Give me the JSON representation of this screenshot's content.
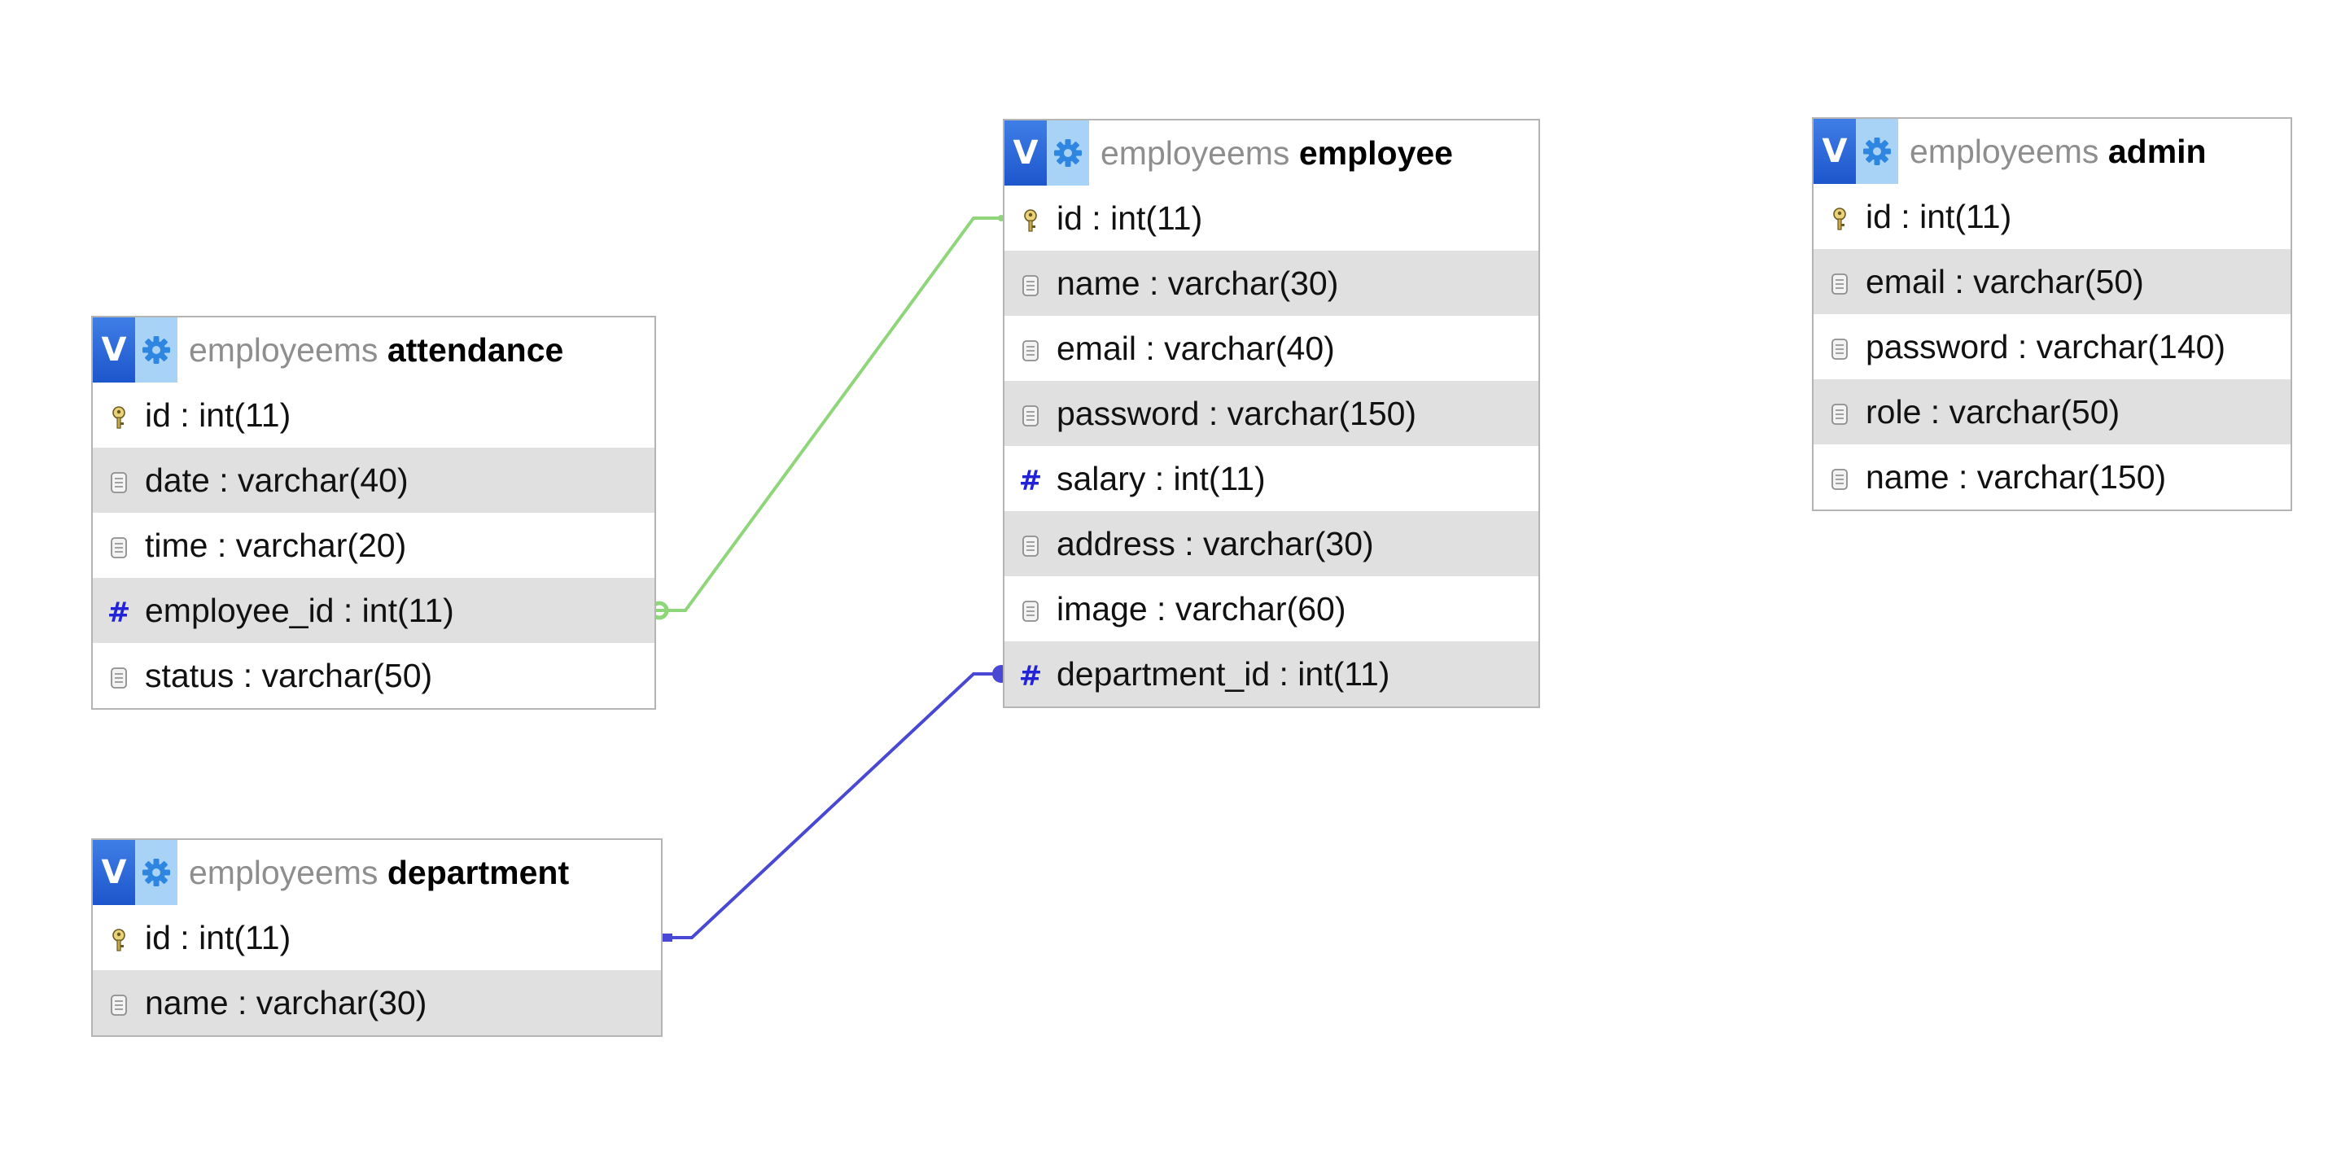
{
  "diagram": {
    "database": "employeems",
    "tables": [
      {
        "id": "attendance",
        "db": "employeems",
        "name": "attendance",
        "columns": [
          {
            "label": "id : int(11)",
            "icon": "key-icon"
          },
          {
            "label": "date : varchar(40)",
            "icon": "column-icon"
          },
          {
            "label": "time : varchar(20)",
            "icon": "column-icon"
          },
          {
            "label": "employee_id : int(11)",
            "icon": "numeric-icon"
          },
          {
            "label": "status : varchar(50)",
            "icon": "column-icon"
          }
        ]
      },
      {
        "id": "department",
        "db": "employeems",
        "name": "department",
        "columns": [
          {
            "label": "id : int(11)",
            "icon": "key-icon"
          },
          {
            "label": "name : varchar(30)",
            "icon": "column-icon"
          }
        ]
      },
      {
        "id": "employee",
        "db": "employeems",
        "name": "employee",
        "columns": [
          {
            "label": "id : int(11)",
            "icon": "key-icon"
          },
          {
            "label": "name : varchar(30)",
            "icon": "column-icon"
          },
          {
            "label": "email : varchar(40)",
            "icon": "column-icon"
          },
          {
            "label": "password : varchar(150)",
            "icon": "column-icon"
          },
          {
            "label": "salary : int(11)",
            "icon": "numeric-icon"
          },
          {
            "label": "address : varchar(30)",
            "icon": "column-icon"
          },
          {
            "label": "image : varchar(60)",
            "icon": "column-icon"
          },
          {
            "label": "department_id : int(11)",
            "icon": "numeric-icon"
          }
        ]
      },
      {
        "id": "admin",
        "db": "employeems",
        "name": "admin",
        "columns": [
          {
            "label": "id : int(11)",
            "icon": "key-icon"
          },
          {
            "label": "email : varchar(50)",
            "icon": "column-icon"
          },
          {
            "label": "password : varchar(140)",
            "icon": "column-icon"
          },
          {
            "label": "role : varchar(50)",
            "icon": "column-icon"
          },
          {
            "label": "name : varchar(150)",
            "icon": "column-icon"
          }
        ]
      }
    ],
    "toggle_button_label": "V",
    "relations": [
      {
        "from_table": "attendance",
        "from_column": "employee_id",
        "to_table": "employee",
        "to_column": "id",
        "color": "#8fd67a"
      },
      {
        "from_table": "department",
        "from_column": "id",
        "to_table": "employee",
        "to_column": "department_id",
        "color": "#4848d4"
      }
    ]
  },
  "colors": {
    "header_toggle": "#1d56cc",
    "header_settings": "#a9d2f7",
    "db_name_text": "#8e8e8e",
    "row_alt": "#e0e0e0",
    "border": "#b4b4b4",
    "numeric_icon": "#2323d6"
  }
}
